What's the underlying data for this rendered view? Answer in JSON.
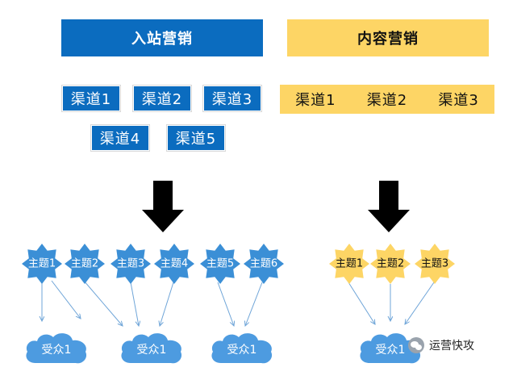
{
  "inbound": {
    "title": "入站营销",
    "channels": [
      "渠道1",
      "渠道2",
      "渠道3",
      "渠道4",
      "渠道5"
    ],
    "topics": [
      "主题1",
      "主题2",
      "主题3",
      "主题4",
      "主题5",
      "主题6"
    ],
    "audiences": [
      "受众1",
      "受众1",
      "受众1"
    ]
  },
  "content": {
    "title": "内容营销",
    "channels": [
      "渠道1",
      "渠道2",
      "渠道3"
    ],
    "topics": [
      "主题1",
      "主题2",
      "主题3"
    ],
    "audiences": [
      "受众1"
    ]
  },
  "watermark": "运营快攻",
  "colors": {
    "blue": "#0b6cbf",
    "yellow": "#fdd565",
    "starBlue": "#3b8fd6",
    "starYellow": "#fdd565",
    "cloud": "#4d9be0",
    "arrowLine": "#6fa5d8"
  }
}
